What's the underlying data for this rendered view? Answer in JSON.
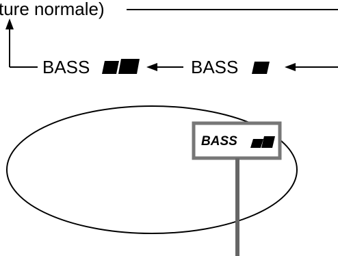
{
  "diagram": {
    "top_label": "ture normale)",
    "cycle": [
      {
        "label": "BASS",
        "level": 2,
        "level_max": 2
      },
      {
        "label": "BASS",
        "level": 1,
        "level_max": 2
      }
    ],
    "display_window": {
      "label": "BASS",
      "level": 2,
      "level_max": 2
    }
  },
  "colors": {
    "ink": "#000000",
    "window_border": "#777777",
    "pointer": "#666666",
    "background": "#ffffff"
  }
}
